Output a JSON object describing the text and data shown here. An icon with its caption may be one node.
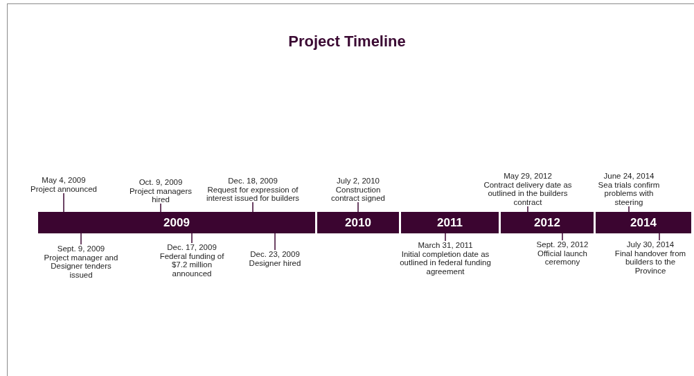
{
  "diagram": {
    "title": "Project Timeline",
    "nodes": [
      {
        "text": [
          "2009"
        ]
      },
      {
        "text": [
          "2010"
        ]
      },
      {
        "text": [
          "2011"
        ]
      },
      {
        "text": [
          "2012"
        ]
      },
      {
        "text": [
          "2014"
        ]
      },
      {
        "text": [
          "May 4, 2009",
          "Project announced"
        ]
      },
      {
        "text": [
          "Sept. 9, 2009",
          "Project manager and Designer tenders issued"
        ]
      },
      {
        "text": [
          "Oct. 9, 2009",
          "Project managers hired"
        ]
      },
      {
        "text": [
          "Dec. 17, 2009",
          "Federal funding of $7.2 million announced"
        ]
      },
      {
        "text": [
          "Dec. 18, 2009",
          "Request for expression of interest issued for builders"
        ]
      },
      {
        "text": [
          "Dec. 23, 2009",
          "Designer hired"
        ]
      },
      {
        "text": [
          "July 2, 2010",
          "Construction contract signed"
        ]
      },
      {
        "text": [
          "March 31, 2011",
          "Initial completion date as outlined in federal funding agreement"
        ]
      },
      {
        "text": [
          "May 29, 2012",
          "Contract delivery date as outlined in the builders contract"
        ]
      },
      {
        "text": [
          "Sept. 29, 2012",
          "Official launch ceremony"
        ]
      },
      {
        "text": [
          "June 24, 2014",
          "Sea trials confirm problems with steering"
        ]
      },
      {
        "text": [
          "July 30, 2014",
          "Final handover from builders to the Province"
        ]
      }
    ],
    "edges": [
      {
        "from": 5,
        "to": 0,
        "arrow": "none"
      },
      {
        "from": 6,
        "to": 0,
        "arrow": "none"
      },
      {
        "from": 7,
        "to": 0,
        "arrow": "none"
      },
      {
        "from": 8,
        "to": 0,
        "arrow": "none"
      },
      {
        "from": 9,
        "to": 0,
        "arrow": "none"
      },
      {
        "from": 10,
        "to": 0,
        "arrow": "none"
      },
      {
        "from": 11,
        "to": 1,
        "arrow": "none"
      },
      {
        "from": 12,
        "to": 2,
        "arrow": "none"
      },
      {
        "from": 13,
        "to": 3,
        "arrow": "none"
      },
      {
        "from": 14,
        "to": 3,
        "arrow": "none"
      },
      {
        "from": 15,
        "to": 4,
        "arrow": "none"
      },
      {
        "from": 16,
        "to": 4,
        "arrow": "none"
      }
    ]
  }
}
